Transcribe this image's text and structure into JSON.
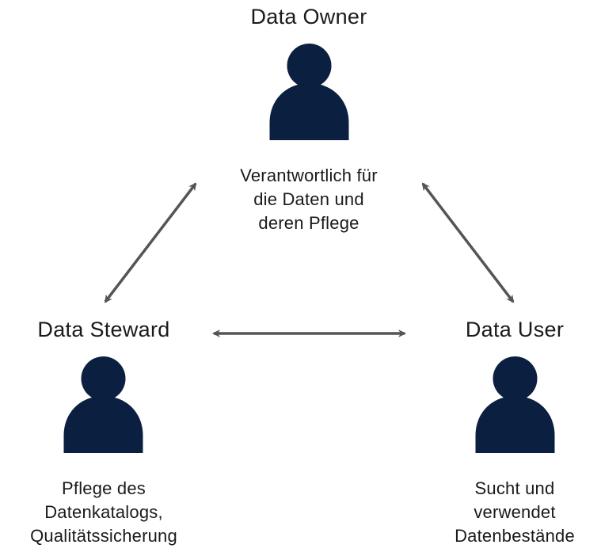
{
  "roles": {
    "owner": {
      "title": "Data Owner",
      "icon": "person-icon",
      "description": [
        "Verantwortlich für",
        "die Daten und",
        "deren Pflege"
      ]
    },
    "steward": {
      "title": "Data Steward",
      "icon": "person-icon",
      "description": [
        "Pflege des",
        "Datenkatalogs,",
        "Qualitätssicherung"
      ]
    },
    "user": {
      "title": "Data User",
      "icon": "person-icon",
      "description": [
        "Sucht und",
        "verwendet",
        "Datenbestände"
      ]
    }
  },
  "colors": {
    "icon": "#0b1f40",
    "arrow": "#555555",
    "text": "#1a1a1a"
  }
}
